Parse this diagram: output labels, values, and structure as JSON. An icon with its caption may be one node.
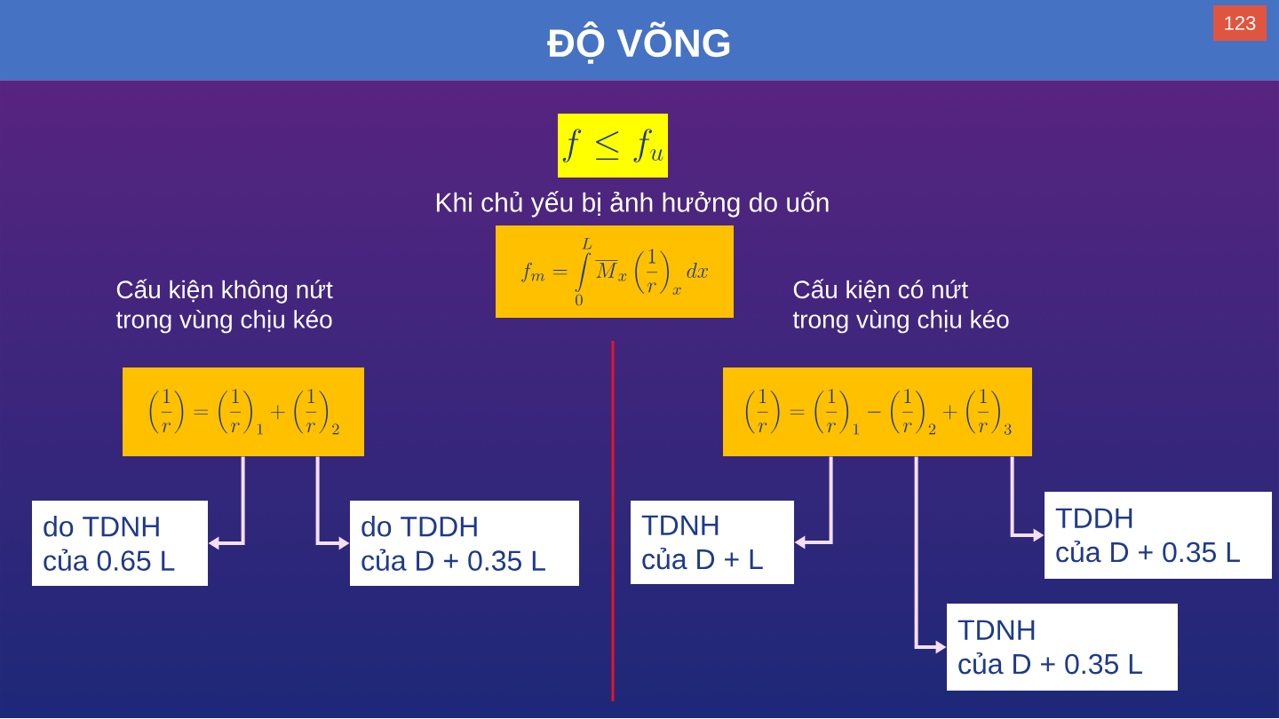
{
  "diagram": {
    "title": "ĐỘ VÕNG",
    "nodes": [
      {
        "text": [
          "f \\le f_u"
        ]
      },
      {
        "text": [
          "f_m = \\int\\limits_0^L \\overline{M}_x \\left(\\frac{1}{r}\\right)_x dx"
        ]
      },
      {
        "text": [
          "\\left(\\frac{1}{r}\\right) = \\left(\\frac{1}{r}\\right)_1 + \\left(\\frac{1}{r}\\right)_2"
        ]
      },
      {
        "text": [
          "do TDNH của 0.65 L"
        ]
      },
      {
        "text": [
          "do TDDH của D + 0.35 L"
        ]
      },
      {
        "text": [
          "\\left(\\frac{1}{r}\\right) = \\left(\\frac{1}{r}\\right)_1 - \\left(\\frac{1}{r}\\right)_2 + \\left(\\frac{1}{r}\\right)_3"
        ]
      },
      {
        "text": [
          "TDNH của D + L"
        ]
      },
      {
        "text": [
          "TDDH của D + 0.35 L"
        ]
      },
      {
        "text": [
          "TDNH của D + 0.35 L"
        ]
      }
    ],
    "edges": [
      {
        "from": 2,
        "to": 3,
        "arrow": "to"
      },
      {
        "from": 2,
        "to": 4,
        "arrow": "to"
      },
      {
        "from": 5,
        "to": 6,
        "arrow": "to"
      },
      {
        "from": 5,
        "to": 8,
        "arrow": "to"
      },
      {
        "from": 5,
        "to": 7,
        "arrow": "to"
      }
    ],
    "labels": [
      "123",
      "Khi chủ yếu bị ảnh hưởng do uốn",
      "Cấu kiện không nứt trong vùng chịu kéo",
      "Cấu kiện có nứt trong vùng chịu kéo"
    ]
  }
}
